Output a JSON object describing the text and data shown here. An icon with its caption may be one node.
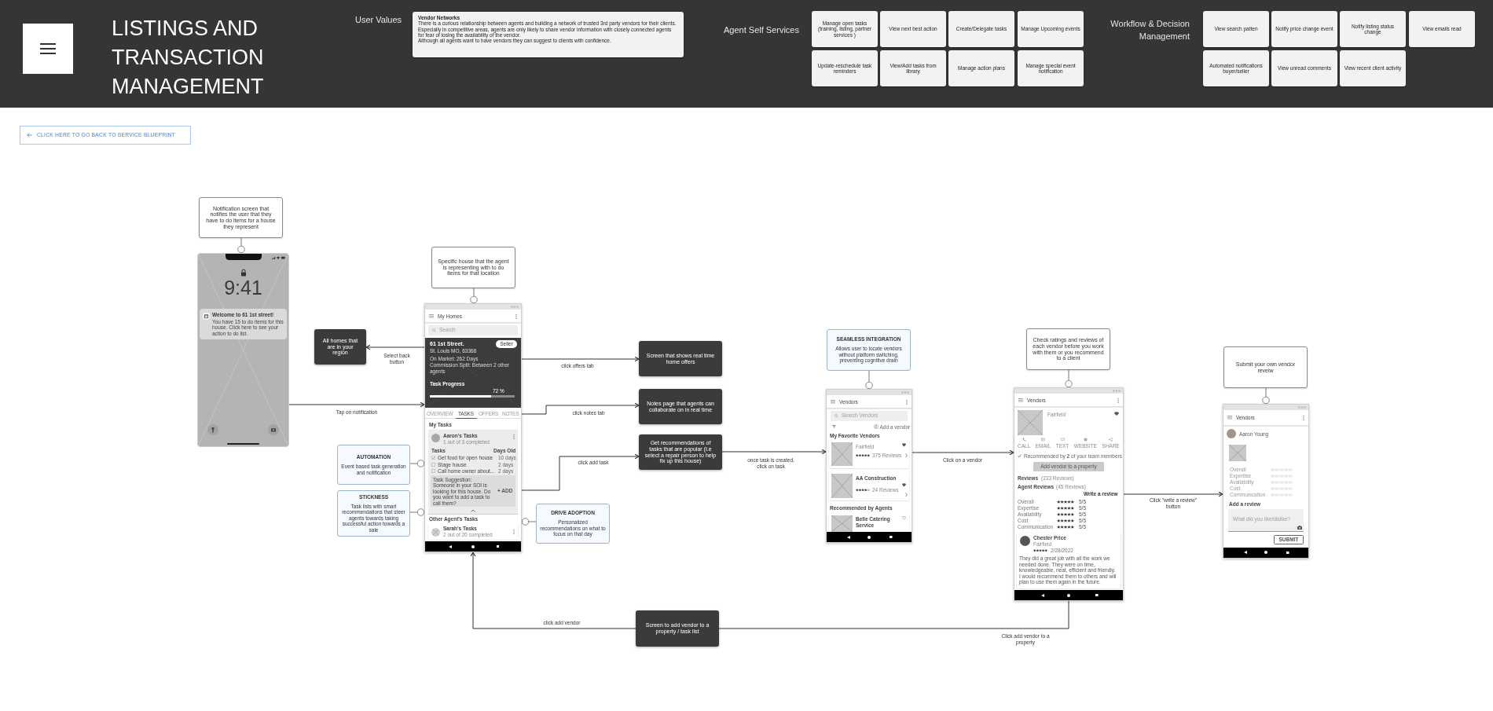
{
  "diagram": {
    "title": "LISTINGS AND TRANSACTION MANAGEMENT",
    "nodes": [
      {
        "text": [
          "Vendor Networks",
          "There is a curious relationship between agents and building a network of trusted 3rd party vendors for their clients.",
          "Especially in competitive areas, agents are only likely to share vendor information with closely connected agents for fear of losing the availability of the vendor.",
          "Although all agents want to have vendors they can suggest to clients with confidence."
        ]
      },
      {
        "text": [
          "Manage open tasks (training, listing, partner services )"
        ]
      },
      {
        "text": [
          "View next best action"
        ]
      },
      {
        "text": [
          "Create/Delegate tasks"
        ]
      },
      {
        "text": [
          "Manage Upcoming events"
        ]
      },
      {
        "text": [
          "Update-reschedule task reminders"
        ]
      },
      {
        "text": [
          "View/Add tasks from library"
        ]
      },
      {
        "text": [
          "Manage action plans"
        ]
      },
      {
        "text": [
          "Manage special event notification"
        ]
      },
      {
        "text": [
          "View search patten"
        ]
      },
      {
        "text": [
          "Notify price change event"
        ]
      },
      {
        "text": [
          "Notify listing status change"
        ]
      },
      {
        "text": [
          "View emails read"
        ]
      },
      {
        "text": [
          "Automated notifications buyer/seller"
        ]
      },
      {
        "text": [
          "View unread comments"
        ]
      },
      {
        "text": [
          "View recent client activity"
        ]
      },
      {
        "text": [
          "CLICK HERE TO GO BACK TO SERVICE BLUEPRINT"
        ]
      },
      {
        "text": [
          "Notification screen that notifies the user that they have to do items for a house they represent"
        ]
      },
      {
        "text": [
          "9:41",
          "Welcome to 61 1st street!",
          "You have 15 to do items for this house. Click here to see your action to do list."
        ]
      },
      {
        "text": [
          "Specific house that the agent is representing with to do items for that location"
        ]
      },
      {
        "text": [
          "All homes that are in your region"
        ]
      },
      {
        "text": [
          "My Homes",
          "Search",
          "61 1st Street.",
          "St. Louis MO, 63366",
          "Seller",
          "On Market: 262 Days",
          "Commission Split: Between 2 other agents",
          "Task Progress",
          "72 %",
          "OVERVIEW",
          "TASKS",
          "OFFERS",
          "NOTES",
          "My Tasks",
          "Aaron's Tasks",
          "1 out of 3 completed",
          "Tasks",
          "Days Old",
          "Get food for open house",
          "10 days",
          "Stage house",
          "2 days",
          "Call home owner about...",
          "2 days",
          "Task Suggestion: Someone in your SOI is looking for this house. Do you want to add a task to call them?",
          "+ ADD",
          "Other Agent's Tasks",
          "Sarah's Tasks",
          "2 out of 20 completed"
        ]
      },
      {
        "text": [
          "AUTOMATION",
          "Event based task generation and notification"
        ]
      },
      {
        "text": [
          "STICKNESS",
          "Task lists with smart recommendations that steer agents towards taking successful action towards a sale"
        ]
      },
      {
        "text": [
          "DRIVE ADOPTION",
          "Personalized recommendations on what to focus on that day"
        ]
      },
      {
        "text": [
          "Screen that shows real time home offers"
        ]
      },
      {
        "text": [
          "Notes page that agents can collaborate on in real time"
        ]
      },
      {
        "text": [
          "Get recommendations of tasks that are popular (I.e select a repair person to help fix up this house)"
        ]
      },
      {
        "text": [
          "SEAMLESS INTEGRATION",
          "Allows user to locate vendors without platform switching, preventing cognitive drain"
        ]
      },
      {
        "text": [
          "Vendors",
          "Search Vendors",
          "Add a vendor",
          "My Favorite Vendors",
          "Fairfield",
          "375 Reviews",
          "AA Construction",
          "24 Reviews",
          "Recommended by Agents",
          "Belle Catering Service"
        ]
      },
      {
        "text": [
          "Check ratings and reviews of each vendor before you work with them or you recommend to a client"
        ]
      },
      {
        "text": [
          "Vendors",
          "Fairfield",
          "CALL",
          "EMAIL",
          "TEXT",
          "WEBSITE",
          "SHARE",
          "Recommended by **2** of your team members",
          "Add vendor to a property",
          "Reviews",
          "(233 Reviews)",
          "Agent Reviews",
          "(45 Reviews)",
          "Write a review",
          "Overall",
          "5/5",
          "Expertise",
          "5/5",
          "Availability",
          "5/5",
          "Cost",
          "5/5",
          "Communication",
          "5/5",
          "Chester Price",
          "Fairfield",
          "2/28/2022",
          "They did a great job with all the work we needed done. They were on time, knowledgeable, neat, efficient and friendly. I would recommend them to others and will plan to use them again in the future."
        ]
      },
      {
        "text": [
          "Submit your own vendor reveiw"
        ]
      },
      {
        "text": [
          "Vendors",
          "Aaron Young",
          "Overall",
          "Expertise",
          "Availability",
          "Cost",
          "Communication",
          "Add a review",
          "What did you like/dislike?",
          "SUBMIT"
        ]
      },
      {
        "text": [
          "Screen to add vendor to a property / task list"
        ]
      }
    ],
    "edges": [
      {
        "from": 17,
        "to": 18,
        "arrow": "other",
        "color": "#777777"
      },
      {
        "from": 19,
        "to": 21,
        "arrow": "other",
        "color": "#777777"
      },
      {
        "from": 21,
        "to": 20,
        "arrow": "to",
        "label": "Select back button"
      },
      {
        "from": 18,
        "to": 21,
        "arrow": "to",
        "label": "Tap on notification"
      },
      {
        "from": 22,
        "to": 21,
        "arrow": "other",
        "color": "#777777"
      },
      {
        "from": 23,
        "to": 21,
        "arrow": "other",
        "color": "#777777"
      },
      {
        "from": 24,
        "to": 21,
        "arrow": "other",
        "color": "#777777"
      },
      {
        "from": 21,
        "to": 25,
        "arrow": "to",
        "label": "click offers tab"
      },
      {
        "from": 21,
        "to": 26,
        "arrow": "to",
        "label": "click notes tab"
      },
      {
        "from": 21,
        "to": 27,
        "arrow": "to",
        "label": "click add task"
      },
      {
        "from": 28,
        "to": 29,
        "arrow": "other",
        "color": "#777777"
      },
      {
        "from": 27,
        "to": 29,
        "arrow": "to",
        "label": "once task is created, click on task"
      },
      {
        "from": 30,
        "to": 31,
        "arrow": "other",
        "color": "#777777"
      },
      {
        "from": 29,
        "to": 31,
        "arrow": "to",
        "label": "Click on a vendor"
      },
      {
        "from": 32,
        "to": 33,
        "arrow": "other",
        "color": "#777777"
      },
      {
        "from": 31,
        "to": 33,
        "arrow": "to",
        "label": "Click \"write a review\" button"
      },
      {
        "from": 31,
        "to": 34,
        "arrow": "none",
        "label": "Click add vendor to a property"
      },
      {
        "from": 34,
        "to": 21,
        "arrow": "to",
        "label": "click add vendor"
      }
    ],
    "labels": [
      "User Values",
      "Agent Self Services",
      "Workflow & Decision Management"
    ]
  }
}
